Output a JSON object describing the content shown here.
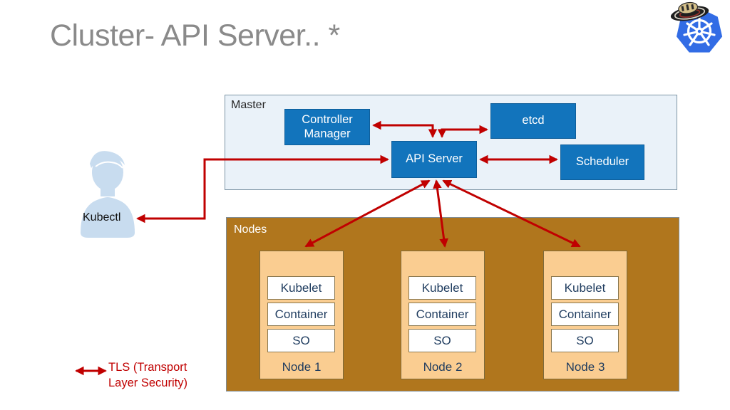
{
  "slide": {
    "title": "Cluster- API Server.. *"
  },
  "master": {
    "label": "Master",
    "controller_manager": "Controller Manager",
    "etcd": "etcd",
    "api_server": "API Server",
    "scheduler": "Scheduler"
  },
  "nodes_section": {
    "label": "Nodes",
    "nodes": [
      {
        "label": "Node 1",
        "components": [
          "Kubelet",
          "Container",
          "SO"
        ]
      },
      {
        "label": "Node 2",
        "components": [
          "Kubelet",
          "Container",
          "SO"
        ]
      },
      {
        "label": "Node 3",
        "components": [
          "Kubelet",
          "Container",
          "SO"
        ]
      }
    ]
  },
  "client": {
    "label": "Kubectl"
  },
  "legend": {
    "label": "TLS (Transport Layer Security)"
  },
  "icons": {
    "logo": "kubernetes-helm-wheel-heptagon",
    "hat": "sombrero-vueltiao",
    "client": "person-silhouette",
    "legend_arrow": "double-headed-arrow"
  },
  "colors": {
    "box_blue": "#1274BC",
    "master_fill": "#EAF2F9",
    "nodes_fill": "#B0761D",
    "node_fill": "#FACD91",
    "arrow_red": "#C00000",
    "label_navy": "#1F3C5F",
    "title_gray": "#8A8A8A",
    "kubernetes_blue": "#326CE5",
    "client_fill": "#C8DCEF"
  }
}
